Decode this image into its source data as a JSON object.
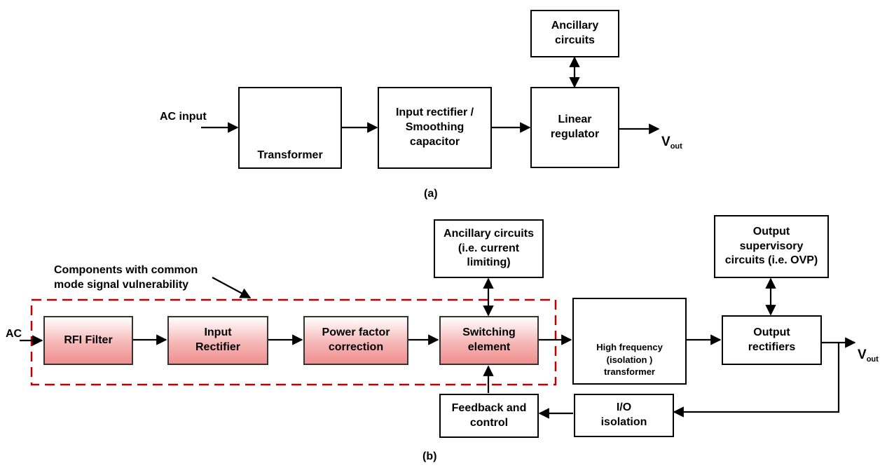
{
  "diagram_a": {
    "ac_input": "AC input",
    "transformer": "Transformer",
    "input_rectifier": "Input rectifier /\nSmoothing\ncapacitor",
    "linear_regulator": "Linear\nregulator",
    "ancillary": "Ancillary\ncircuits",
    "vout_main": "V",
    "vout_sub": "out",
    "caption": "(a)"
  },
  "diagram_b": {
    "ac": "AC",
    "annotation": "Components with common\nmode signal vulnerability",
    "rfi_filter": "RFI Filter",
    "input_rectifier": "Input\nRectifier",
    "power_factor": "Power factor\ncorrection",
    "switching": "Switching\nelement",
    "ancillary": "Ancillary circuits\n(i.e. current\nlimiting)",
    "hf_transformer": "High frequency\n(isolation )\ntransformer",
    "output_supervisory": "Output\nsupervisory\ncircuits (i.e. OVP)",
    "output_rectifiers": "Output\nrectifiers",
    "io_isolation": "I/O\nisolation",
    "feedback": "Feedback and\ncontrol",
    "vout_main": "V",
    "vout_sub": "out",
    "caption": "(b)"
  },
  "colors": {
    "block_fill": "#f4a5a5",
    "dashed_border": "#c00000",
    "coil_red": "#d9363e",
    "coil_blue": "#3a8fd0"
  }
}
